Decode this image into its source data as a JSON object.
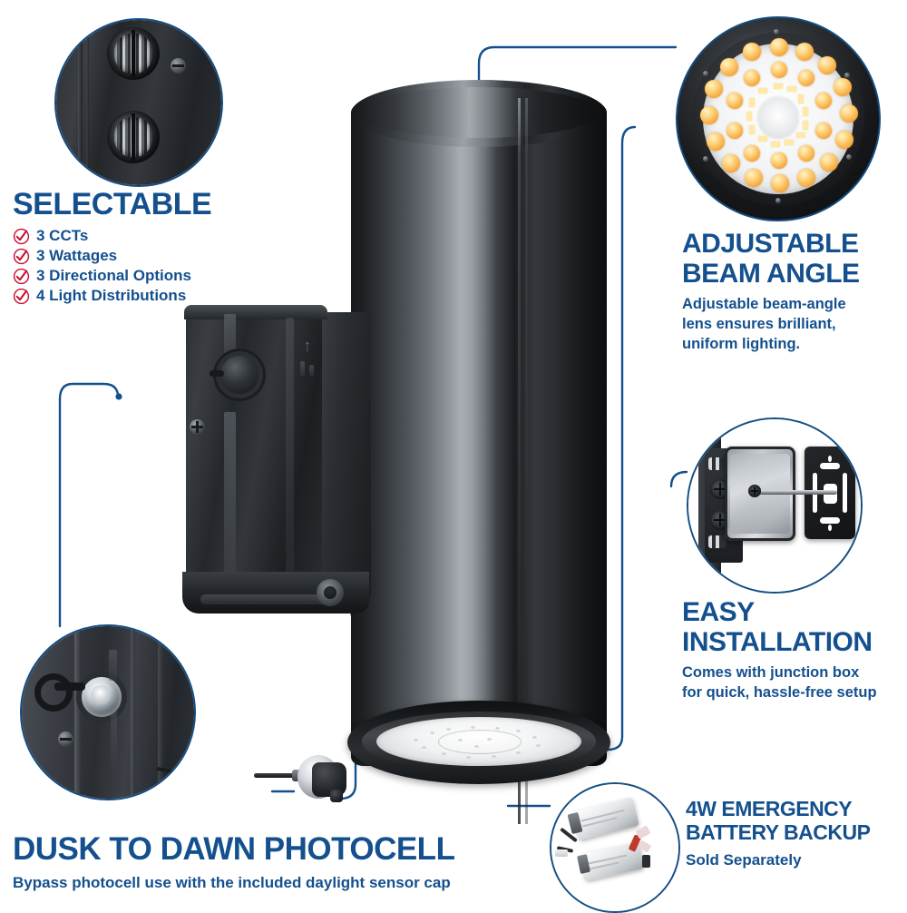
{
  "product": {
    "name": "LED cylinder up/down wall light",
    "body_color": "#1d2023",
    "accent_blue": "#14508e",
    "check_red": "#c8102e"
  },
  "callouts": {
    "selectable": {
      "title": "SELECTABLE",
      "items": [
        "3 CCTs",
        "3 Wattages",
        "3 Directional Options",
        "4 Light Distributions"
      ],
      "check_icon": "check-circle-icon"
    },
    "beam_angle": {
      "title_line1": "ADJUSTABLE",
      "title_line2": "BEAM ANGLE",
      "body_line1": "Adjustable beam-angle",
      "body_line2": "lens ensures brilliant,",
      "body_line3": "uniform lighting."
    },
    "easy_install": {
      "title_line1": "EASY",
      "title_line2": "INSTALLATION",
      "body_line1": "Comes with junction box",
      "body_line2": "for quick, hassle-free setup"
    },
    "photocell": {
      "title": "DUSK TO DAWN PHOTOCELL",
      "body": "Bypass photocell use with the included daylight sensor cap"
    },
    "battery": {
      "title_line1": "4W EMERGENCY",
      "title_line2": "BATTERY BACKUP",
      "note": "Sold Separately"
    }
  },
  "detail_circles": {
    "switches": {
      "label": "selectable-switch-detail"
    },
    "led_head": {
      "label": "led-array-detail"
    },
    "junction_box": {
      "label": "junction-box-detail"
    },
    "photocell": {
      "label": "photocell-sensor-detail"
    },
    "battery": {
      "label": "battery-backup-detail"
    }
  }
}
